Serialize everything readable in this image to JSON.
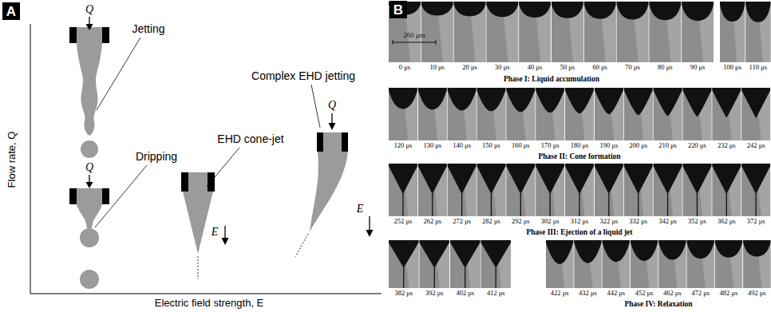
{
  "diagram": {
    "nodes": [
      {
        "text": [
          "A"
        ]
      },
      {
        "text": [
          "B"
        ]
      }
    ],
    "labels": [
      "Q",
      "Jetting",
      "Q",
      "Dripping",
      "EHD cone-jet",
      "E",
      "Complex EHD jetting",
      "Q",
      "E",
      "Flow rate, Q",
      "Electric field strength, E",
      "260 μm",
      "0 μs",
      "10 μs",
      "20 μs",
      "30 μs",
      "40 μs",
      "50 μs",
      "60 μs",
      "70 μs",
      "80 μs",
      "90 μs",
      "100 μs",
      "110 μs",
      "Phase I: Liquid accumulation",
      "120 μs",
      "130 μs",
      "140 μs",
      "150 μs",
      "160 μs",
      "170 μs",
      "180 μs",
      "190 μs",
      "200 μs",
      "210 μs",
      "220 μs",
      "232 μs",
      "242 μs",
      "Phase II: Cone formation",
      "252 μs",
      "262 μs",
      "272 μs",
      "282 μs",
      "292 μs",
      "302 μs",
      "312 μs",
      "322 μs",
      "332 μs",
      "342 μs",
      "352 μs",
      "362 μs",
      "372 μs",
      "Phase III: Ejection of a liquid jet",
      "382 μs",
      "392 μs",
      "402 μs",
      "412 μs",
      "422 μs",
      "432 μs",
      "442 μs",
      "452 μs",
      "462 μs",
      "472 μs",
      "482 μs",
      "492 μs",
      "Phase IV: Relaxation"
    ]
  }
}
